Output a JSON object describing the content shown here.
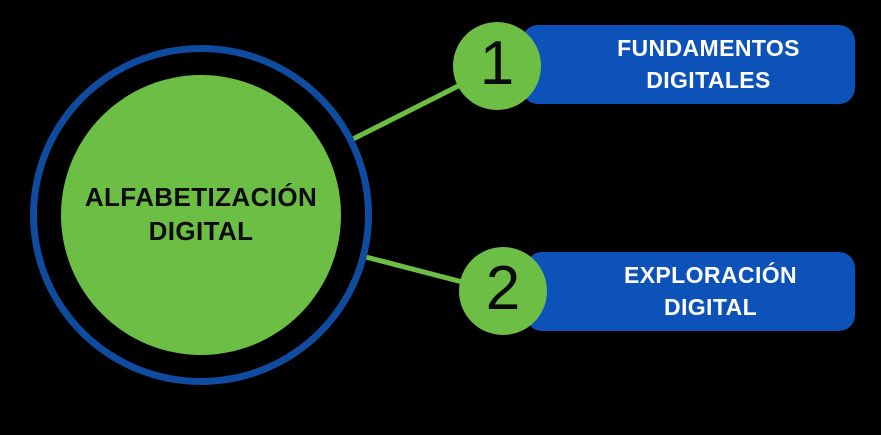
{
  "colors": {
    "bg": "#000000",
    "green": "#6CBE45",
    "ringBlue": "#0F4C9F",
    "pillBlue": "#0C52B8",
    "textDark": "#0B0B0B",
    "textLight": "#FFFFFF"
  },
  "center": {
    "label": "ALFABETIZACIÓN DIGITAL"
  },
  "branches": [
    {
      "number": "1",
      "label": "FUNDAMENTOS DIGITALES"
    },
    {
      "number": "2",
      "label": "EXPLORACIÓN DIGITAL"
    }
  ]
}
